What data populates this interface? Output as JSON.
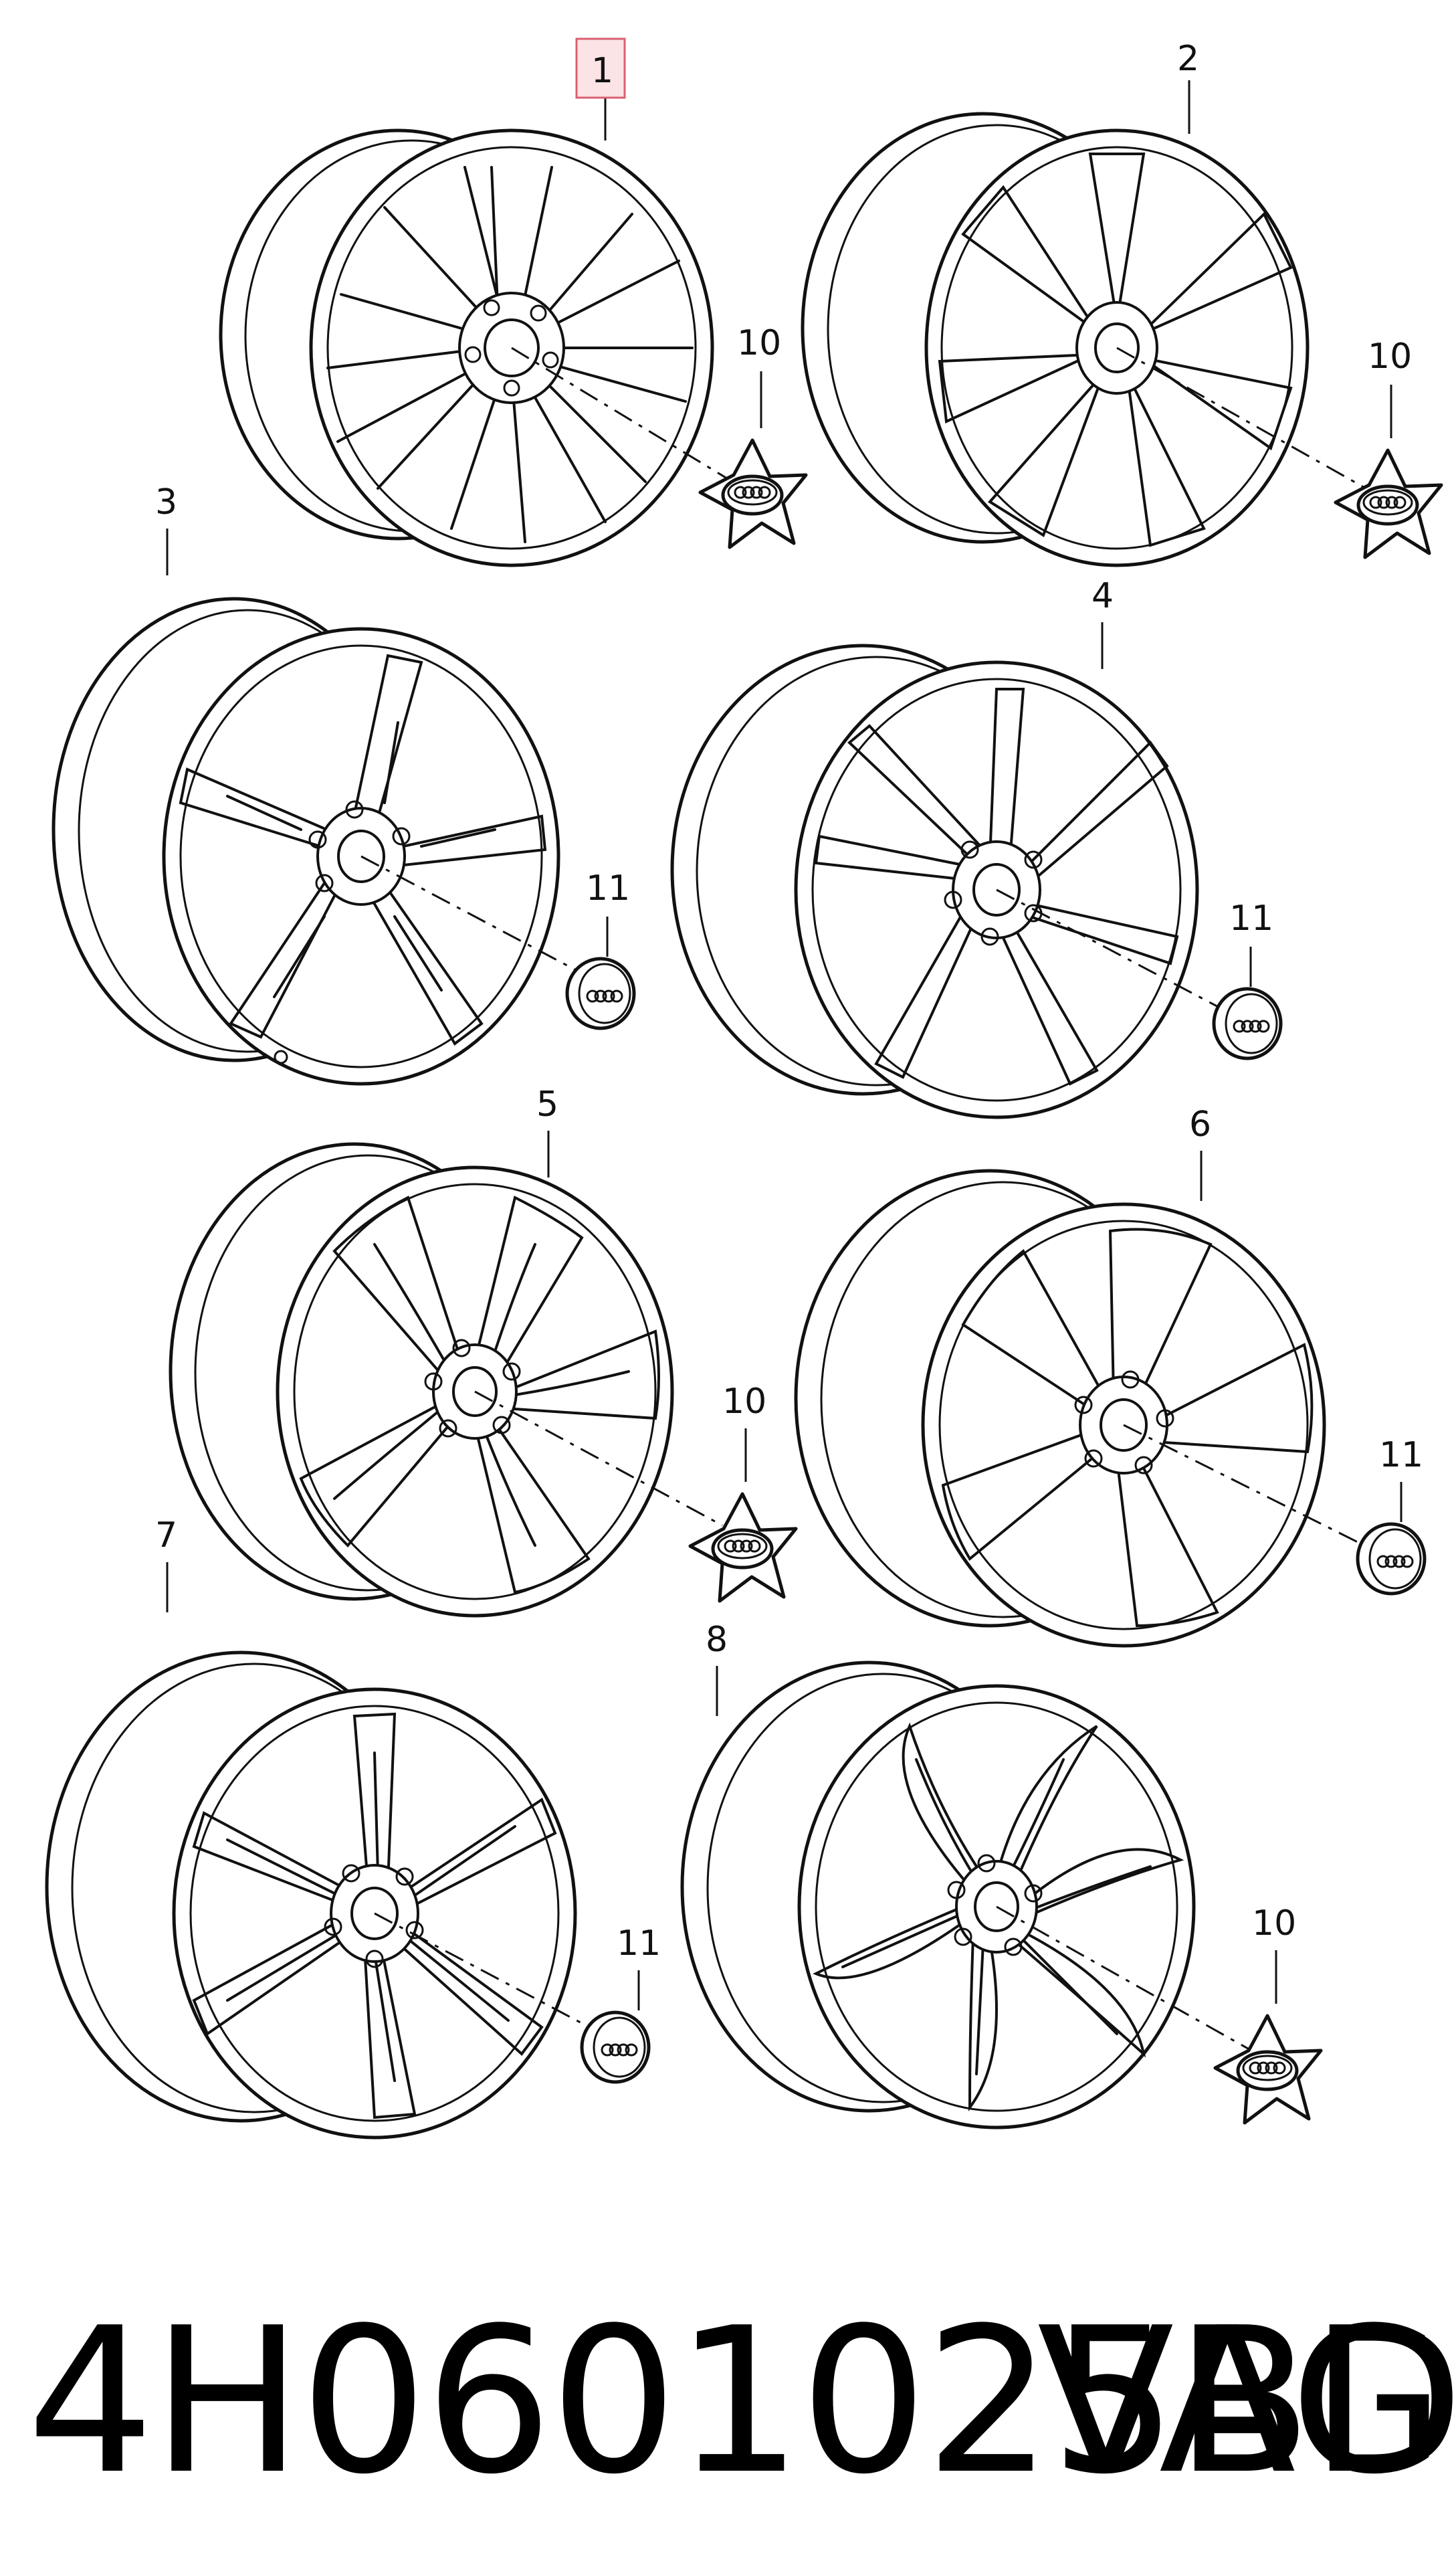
{
  "callouts": {
    "n1": "1",
    "n2": "2",
    "n3": "3",
    "n4": "4",
    "n5": "5",
    "n6": "6",
    "n7": "7",
    "n8": "8",
    "n10": "10",
    "n11": "11"
  },
  "footer": {
    "part_number": "4H0601025BD",
    "brand": "VAG"
  },
  "colors": {
    "line": "#111111",
    "highlight_fill": "#fbe3e6",
    "highlight_border": "#d9606f"
  },
  "icons": [
    "alloy-wheel-icon",
    "center-cap-icon",
    "hub-cap-icon",
    "audi-rings-icon"
  ]
}
